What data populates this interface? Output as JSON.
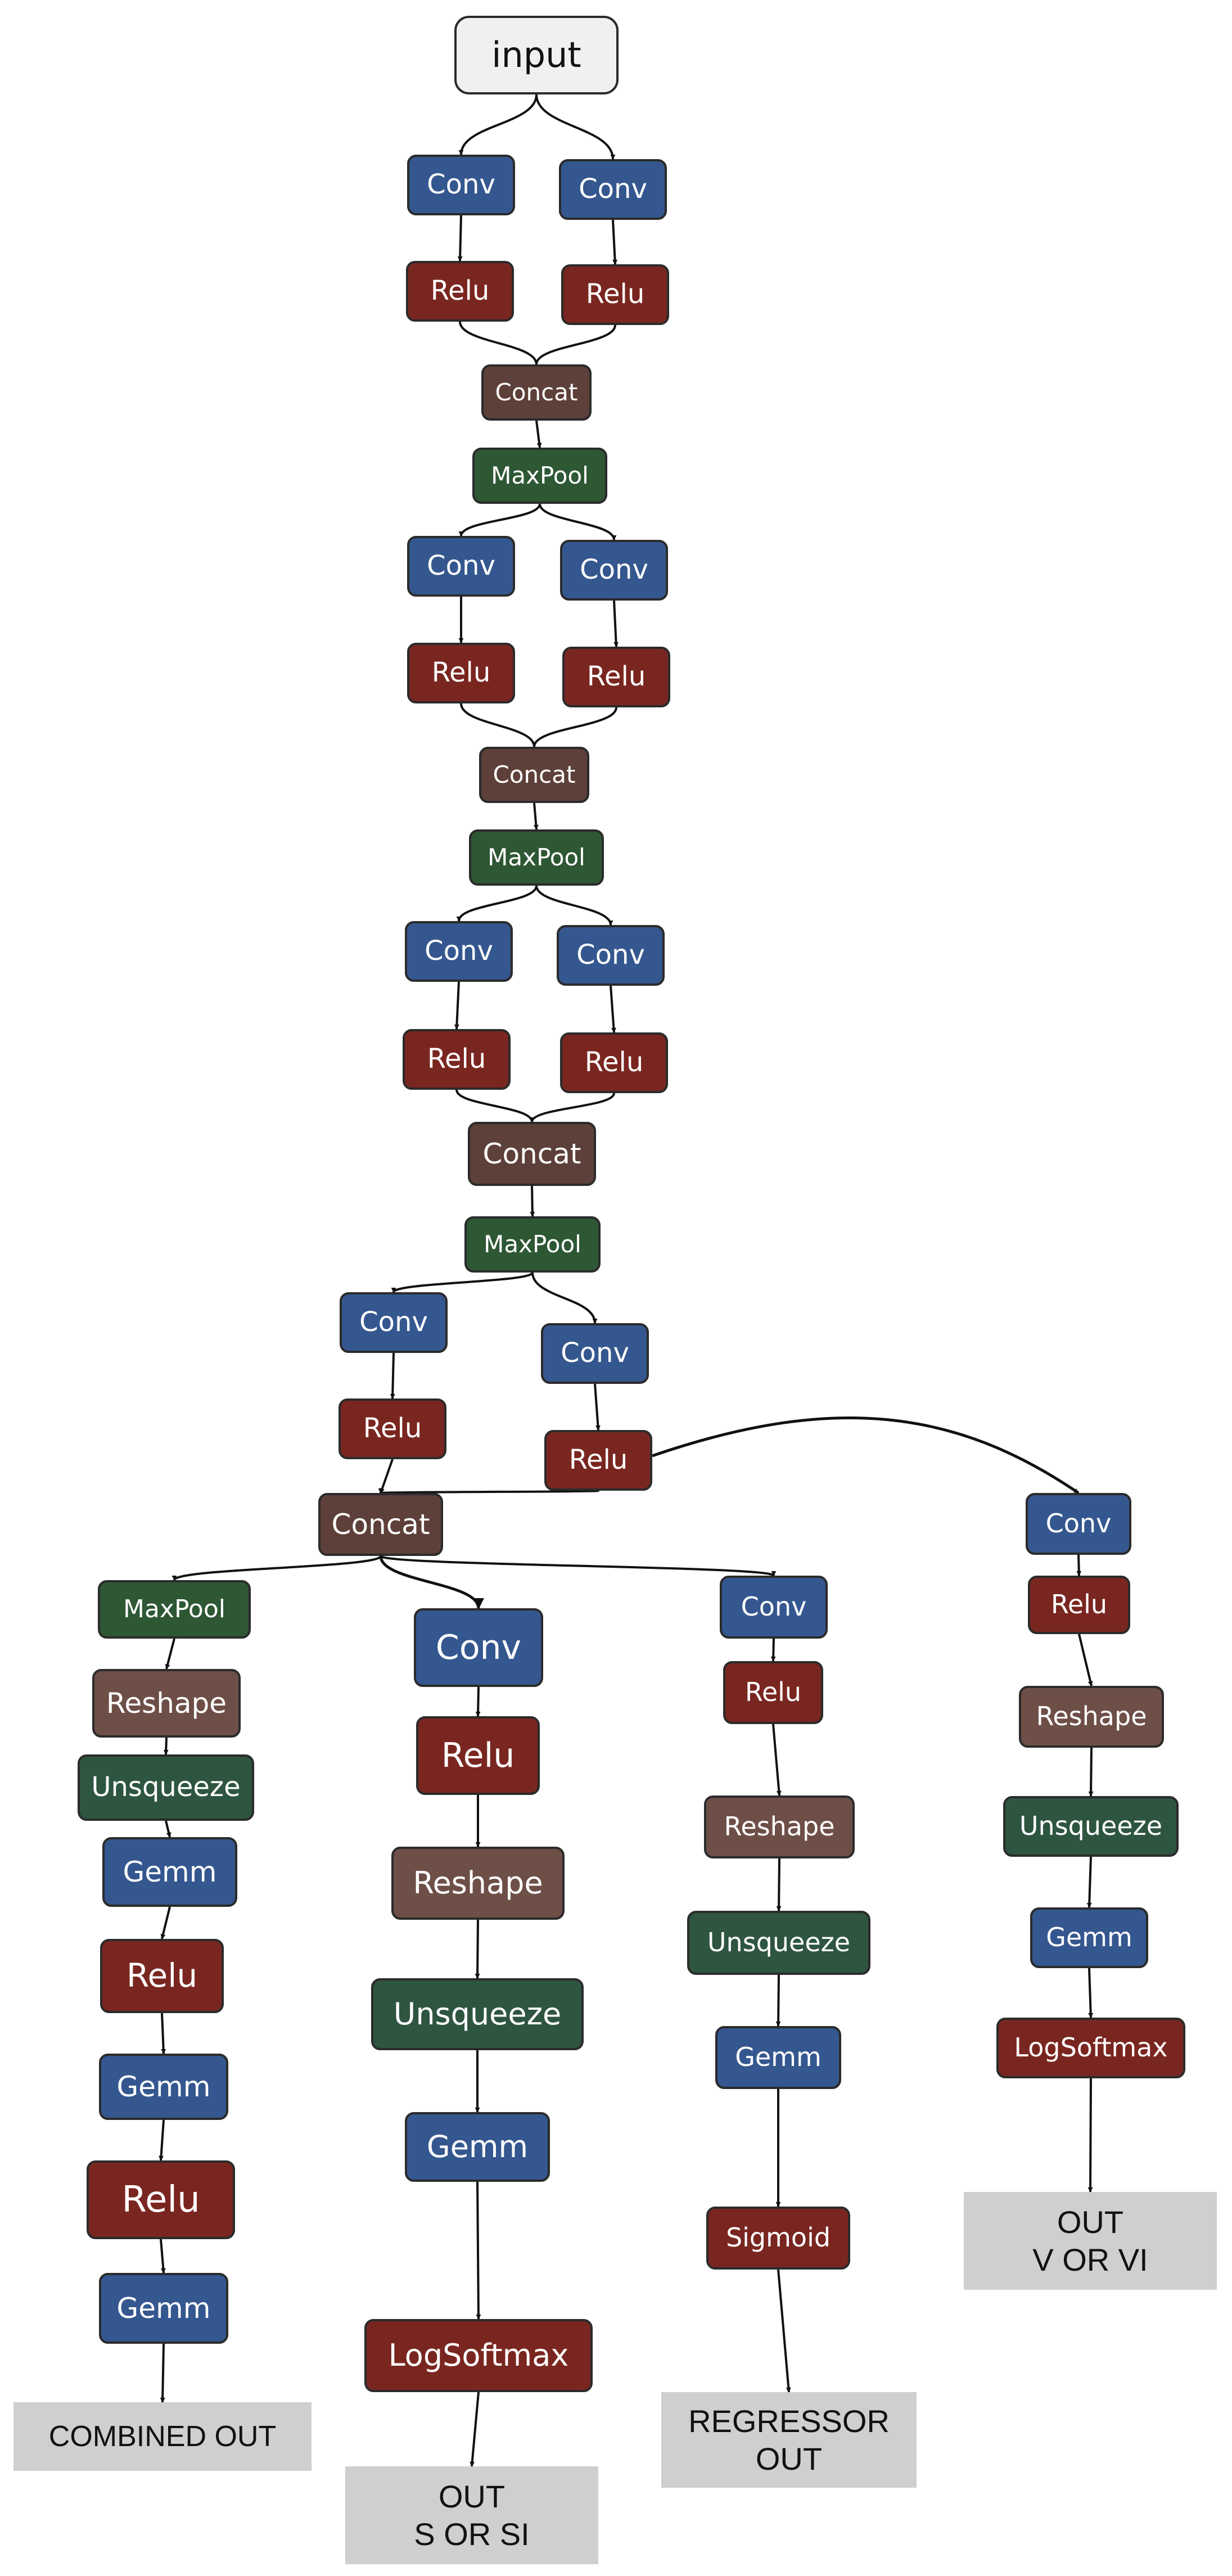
{
  "nodes": [
    {
      "id": "input",
      "label": "input"
    },
    {
      "id": "conv1a",
      "label": "Conv"
    },
    {
      "id": "conv1b",
      "label": "Conv"
    },
    {
      "id": "relu1a",
      "label": "Relu"
    },
    {
      "id": "relu1b",
      "label": "Relu"
    },
    {
      "id": "concat1",
      "label": "Concat"
    },
    {
      "id": "maxpool1",
      "label": "MaxPool"
    },
    {
      "id": "conv2a",
      "label": "Conv"
    },
    {
      "id": "conv2b",
      "label": "Conv"
    },
    {
      "id": "relu2a",
      "label": "Relu"
    },
    {
      "id": "relu2b",
      "label": "Relu"
    },
    {
      "id": "concat2",
      "label": "Concat"
    },
    {
      "id": "maxpool2",
      "label": "MaxPool"
    },
    {
      "id": "conv3a",
      "label": "Conv"
    },
    {
      "id": "conv3b",
      "label": "Conv"
    },
    {
      "id": "relu3a",
      "label": "Relu"
    },
    {
      "id": "relu3b",
      "label": "Relu"
    },
    {
      "id": "concat3",
      "label": "Concat"
    },
    {
      "id": "maxpool3",
      "label": "MaxPool"
    },
    {
      "id": "conv4a",
      "label": "Conv"
    },
    {
      "id": "conv4b",
      "label": "Conv"
    },
    {
      "id": "relu4a",
      "label": "Relu"
    },
    {
      "id": "relu4b",
      "label": "Relu"
    },
    {
      "id": "concat4",
      "label": "Concat"
    },
    {
      "id": "maxpool5",
      "label": "MaxPool"
    },
    {
      "id": "reshape1",
      "label": "Reshape"
    },
    {
      "id": "unsqueeze1",
      "label": "Unsqueeze"
    },
    {
      "id": "gemm1a",
      "label": "Gemm"
    },
    {
      "id": "relu1c",
      "label": "Relu"
    },
    {
      "id": "gemm1b",
      "label": "Gemm"
    },
    {
      "id": "relu1d",
      "label": "Relu"
    },
    {
      "id": "gemm1c",
      "label": "Gemm"
    },
    {
      "id": "out_combined",
      "label": "COMBINED OUT"
    },
    {
      "id": "conv5",
      "label": "Conv"
    },
    {
      "id": "relu5",
      "label": "Relu"
    },
    {
      "id": "reshape2",
      "label": "Reshape"
    },
    {
      "id": "unsqueeze2",
      "label": "Unsqueeze"
    },
    {
      "id": "gemm2",
      "label": "Gemm"
    },
    {
      "id": "logsoftmax2",
      "label": "LogSoftmax"
    },
    {
      "id": "out_s",
      "label": "OUT\nS OR SI"
    },
    {
      "id": "conv6",
      "label": "Conv"
    },
    {
      "id": "relu6",
      "label": "Relu"
    },
    {
      "id": "reshape3",
      "label": "Reshape"
    },
    {
      "id": "unsqueeze3",
      "label": "Unsqueeze"
    },
    {
      "id": "gemm3",
      "label": "Gemm"
    },
    {
      "id": "sigmoid3",
      "label": "Sigmoid"
    },
    {
      "id": "out_regressor",
      "label": "REGRESSOR\nOUT"
    },
    {
      "id": "conv7",
      "label": "Conv"
    },
    {
      "id": "relu7",
      "label": "Relu"
    },
    {
      "id": "reshape4",
      "label": "Reshape"
    },
    {
      "id": "unsqueeze4",
      "label": "Unsqueeze"
    },
    {
      "id": "gemm4",
      "label": "Gemm"
    },
    {
      "id": "logsoftmax4",
      "label": "LogSoftmax"
    },
    {
      "id": "out_v",
      "label": "OUT\nV OR VI"
    }
  ],
  "edges": [
    [
      "input",
      "conv1a"
    ],
    [
      "input",
      "conv1b"
    ],
    [
      "conv1a",
      "relu1a"
    ],
    [
      "conv1b",
      "relu1b"
    ],
    [
      "relu1a",
      "concat1"
    ],
    [
      "relu1b",
      "concat1"
    ],
    [
      "concat1",
      "maxpool1"
    ],
    [
      "maxpool1",
      "conv2a"
    ],
    [
      "maxpool1",
      "conv2b"
    ],
    [
      "conv2a",
      "relu2a"
    ],
    [
      "conv2b",
      "relu2b"
    ],
    [
      "relu2a",
      "concat2"
    ],
    [
      "relu2b",
      "concat2"
    ],
    [
      "concat2",
      "maxpool2"
    ],
    [
      "maxpool2",
      "conv3a"
    ],
    [
      "maxpool2",
      "conv3b"
    ],
    [
      "conv3a",
      "relu3a"
    ],
    [
      "conv3b",
      "relu3b"
    ],
    [
      "relu3a",
      "concat3"
    ],
    [
      "relu3b",
      "concat3"
    ],
    [
      "concat3",
      "maxpool3"
    ],
    [
      "maxpool3",
      "conv4a"
    ],
    [
      "maxpool3",
      "conv4b"
    ],
    [
      "conv4a",
      "relu4a"
    ],
    [
      "conv4b",
      "relu4b"
    ],
    [
      "relu4a",
      "concat4"
    ],
    [
      "relu4b",
      "concat4"
    ],
    [
      "relu4b",
      "conv7"
    ],
    [
      "concat4",
      "maxpool5"
    ],
    [
      "concat4",
      "conv5"
    ],
    [
      "concat4",
      "conv6"
    ],
    [
      "maxpool5",
      "reshape1"
    ],
    [
      "reshape1",
      "unsqueeze1"
    ],
    [
      "unsqueeze1",
      "gemm1a"
    ],
    [
      "gemm1a",
      "relu1c"
    ],
    [
      "relu1c",
      "gemm1b"
    ],
    [
      "gemm1b",
      "relu1d"
    ],
    [
      "relu1d",
      "gemm1c"
    ],
    [
      "gemm1c",
      "out_combined"
    ],
    [
      "conv5",
      "relu5"
    ],
    [
      "relu5",
      "reshape2"
    ],
    [
      "reshape2",
      "unsqueeze2"
    ],
    [
      "unsqueeze2",
      "gemm2"
    ],
    [
      "gemm2",
      "logsoftmax2"
    ],
    [
      "logsoftmax2",
      "out_s"
    ],
    [
      "conv6",
      "relu6"
    ],
    [
      "relu6",
      "reshape3"
    ],
    [
      "reshape3",
      "unsqueeze3"
    ],
    [
      "unsqueeze3",
      "gemm3"
    ],
    [
      "gemm3",
      "sigmoid3"
    ],
    [
      "sigmoid3",
      "out_regressor"
    ],
    [
      "conv7",
      "relu7"
    ],
    [
      "relu7",
      "reshape4"
    ],
    [
      "reshape4",
      "unsqueeze4"
    ],
    [
      "unsqueeze4",
      "gemm4"
    ],
    [
      "gemm4",
      "logsoftmax4"
    ],
    [
      "logsoftmax4",
      "out_v"
    ]
  ]
}
